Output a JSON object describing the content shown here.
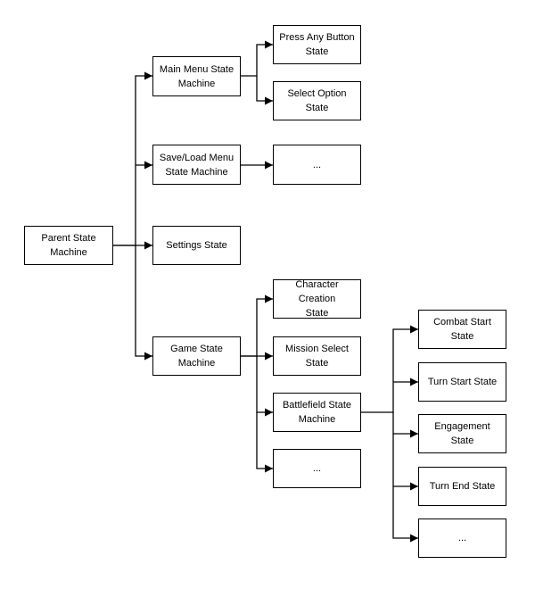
{
  "nodes": {
    "parent": [
      "Parent State",
      "Machine"
    ],
    "main_menu": [
      "Main Menu State",
      "Machine"
    ],
    "save_load": [
      "Save/Load Menu",
      "State Machine"
    ],
    "settings": [
      "Settings State"
    ],
    "game": [
      "Game State",
      "Machine"
    ],
    "press_any": [
      "Press Any Button",
      "State"
    ],
    "select_option": [
      "Select Option State"
    ],
    "save_load_child": [
      "..."
    ],
    "char_creation": [
      "Character Creation",
      "State"
    ],
    "mission_select": [
      "Mission Select",
      "State"
    ],
    "battlefield": [
      "Battlefield State",
      "Machine"
    ],
    "game_child_more": [
      "..."
    ],
    "combat_start": [
      "Combat Start State"
    ],
    "turn_start": [
      "Turn Start State"
    ],
    "engagement": [
      "Engagement State"
    ],
    "turn_end": [
      "Turn End State"
    ],
    "battle_child_more": [
      "..."
    ]
  },
  "style": {
    "line_color": "#000000",
    "box_border": "#000000",
    "background": "#ffffff"
  }
}
